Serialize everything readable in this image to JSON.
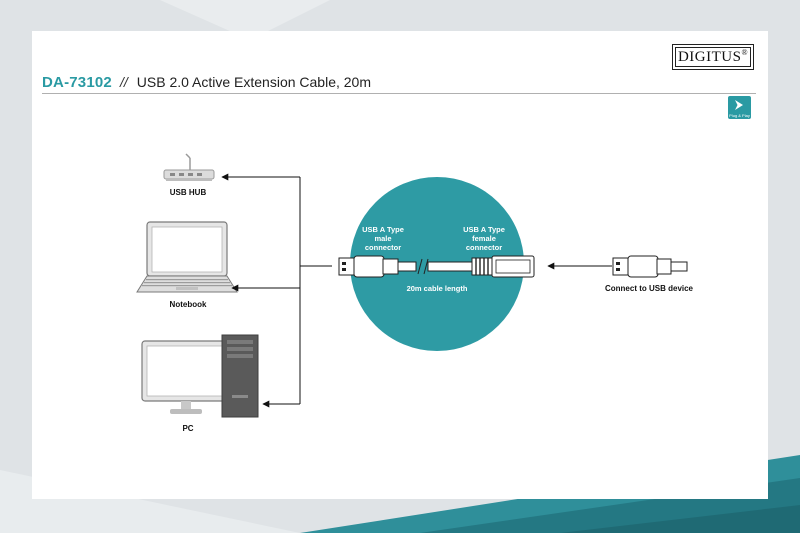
{
  "header": {
    "model": "DA-73102",
    "separator": "//",
    "product": "USB 2.0 Active Extension Cable, 20m"
  },
  "brand": {
    "name": "DIGITUS",
    "registered": "®"
  },
  "badge": {
    "label": "Plug & Play",
    "icon": "play-arrow-icon"
  },
  "devices": {
    "hub": "USB HUB",
    "notebook": "Notebook",
    "pc": "PC",
    "target": "Connect to USB device"
  },
  "cable": {
    "male_line1": "USB A Type",
    "male_line2": "male",
    "male_line3": "connector",
    "female_line1": "USB A Type",
    "female_line2": "female",
    "female_line3": "connector",
    "length": "20m cable length"
  },
  "colors": {
    "accent": "#2a9aa3",
    "circle": "#2e9ba4",
    "background": "#dfe3e6",
    "card": "#ffffff"
  }
}
